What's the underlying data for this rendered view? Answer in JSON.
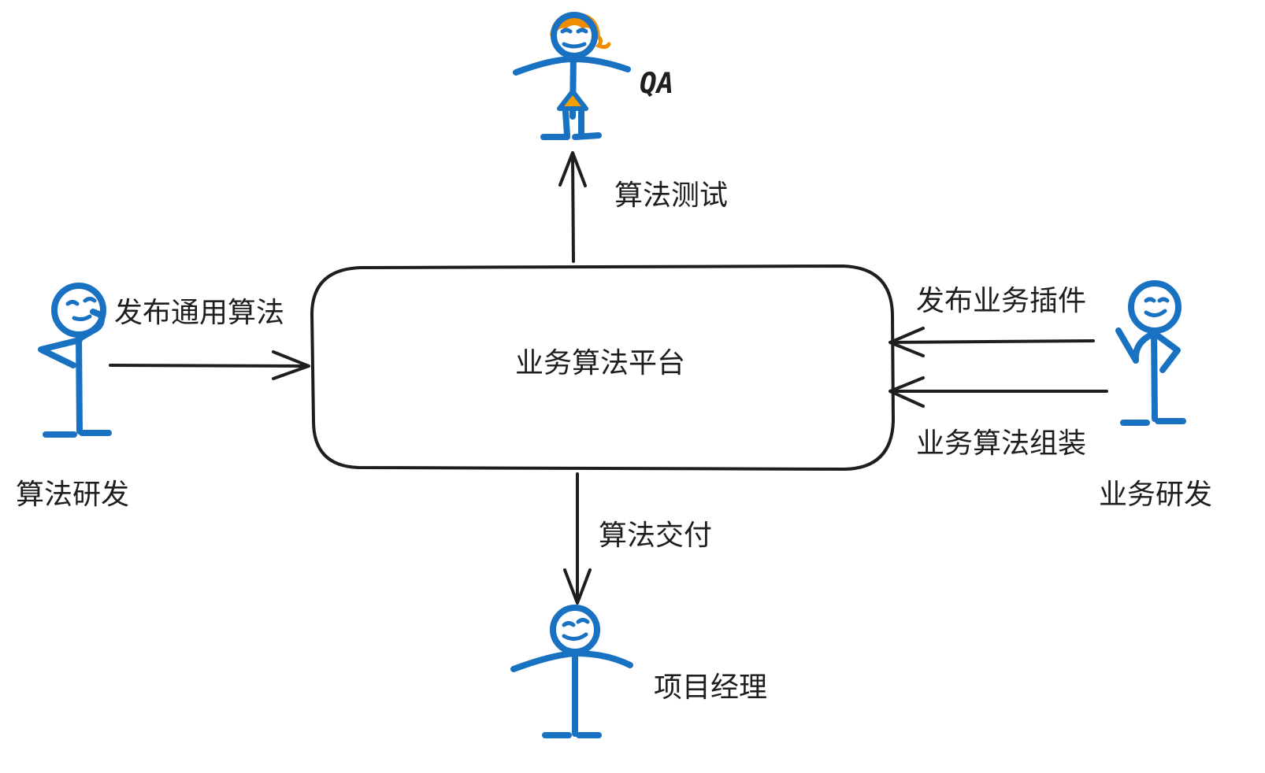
{
  "platform": {
    "label": "业务算法平台"
  },
  "actors": {
    "qa": {
      "label": "QA"
    },
    "algorithm_dev": {
      "label": "算法研发"
    },
    "business_dev": {
      "label": "业务研发"
    },
    "project_manager": {
      "label": "项目经理"
    }
  },
  "flows": {
    "algorithm_test": "算法测试",
    "publish_common_algorithm": "发布通用算法",
    "publish_business_plugin": "发布业务插件",
    "business_algorithm_assembly": "业务算法组装",
    "algorithm_delivery": "算法交付"
  },
  "colors": {
    "figure": "#1971c2",
    "hair": "#f08c00",
    "dress": "#f59f00",
    "ink": "#1e1e1e"
  }
}
